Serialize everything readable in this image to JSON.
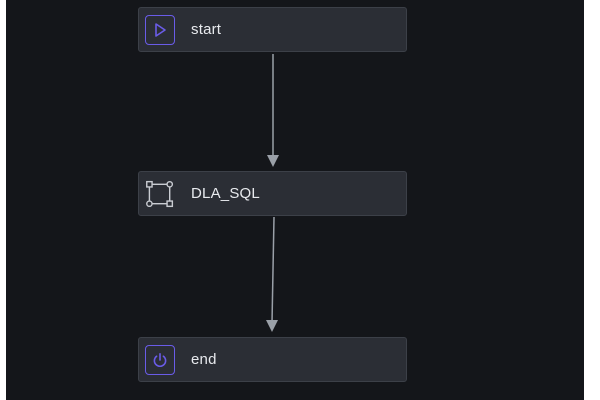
{
  "workflow": {
    "nodes": [
      {
        "label": "start",
        "icon": "play-icon",
        "accent": "#6a5ce8"
      },
      {
        "label": "DLA_SQL",
        "icon": "sql-node-icon",
        "accent": "#c9ccd2"
      },
      {
        "label": "end",
        "icon": "power-icon",
        "accent": "#6a5ce8"
      }
    ],
    "edges": [
      {
        "from": "start",
        "to": "DLA_SQL"
      },
      {
        "from": "DLA_SQL",
        "to": "end"
      }
    ]
  },
  "colors": {
    "canvas_background": "#14161a",
    "node_background": "#2b2e35",
    "node_border": "#3c4048",
    "connector": "#9aa0a8",
    "label_text": "#e8eaee"
  }
}
